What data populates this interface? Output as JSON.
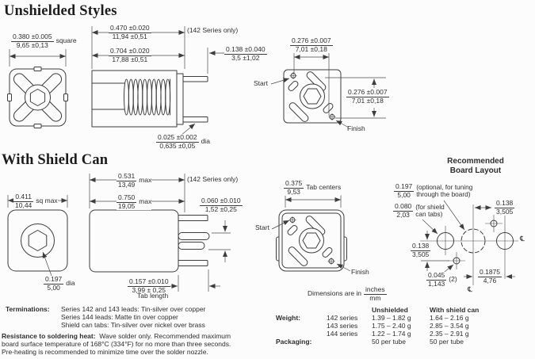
{
  "titles": {
    "section1": "Unshielded Styles",
    "section2": "With Shield Can",
    "board_line1": "Recommended",
    "board_line2": "Board Layout"
  },
  "unshielded": {
    "front_sq": {
      "in": "0.380 ±0.005",
      "mm": "9,65 ±0,13",
      "suffix": "square"
    },
    "len_142": {
      "in": "0.470 ±0.020",
      "mm": "11,94 ±0,51"
    },
    "note_142": "(142 Series only)",
    "len_all": {
      "in": "0.704 ±0.020",
      "mm": "17,88 ±0,51"
    },
    "lead_len": {
      "in": "0.138 ±0.040",
      "mm": "3,5 ±1,02"
    },
    "lead_dia": {
      "in": "0.025 ±0.002",
      "mm": "0,635 ±0,05",
      "suffix": "dia"
    },
    "pitch_h": {
      "in": "0.276 ±0.007",
      "mm": "7,01 ±0,18"
    },
    "pitch_v": {
      "in": "0.276 ±0.007",
      "mm": "7,01 ±0,18"
    },
    "start": "Start",
    "finish": "Finish"
  },
  "shield": {
    "front_sq": {
      "in": "0.411",
      "mm": "10,44",
      "suffix": "sq max"
    },
    "hex_dia": {
      "in": "0.197",
      "mm": "5,00",
      "suffix": "dia"
    },
    "len_142": {
      "in": "0.531",
      "mm": "13,49",
      "suffix": "max"
    },
    "note_142": "(142 Series only)",
    "len_all": {
      "in": "0.750",
      "mm": "19,05",
      "suffix": "max"
    },
    "tab_w": {
      "in": "0.060 ±0.010",
      "mm": "1,52 ±0,25"
    },
    "tab_len": {
      "in": "0.157 ±0.010",
      "mm": "3,99 ± 0,25",
      "label": "Tab length"
    },
    "tab_centers": {
      "in": "0.375",
      "mm": "9,53",
      "suffix": "Tab centers"
    },
    "start": "Start",
    "finish": "Finish"
  },
  "board": {
    "tuning": {
      "in": "0.197",
      "mm": "5,00",
      "note1": "(optional, for tuning",
      "note2": "through the board)"
    },
    "tab_hole": {
      "in": "0.080",
      "mm": "2,03",
      "note1": "(for shield",
      "note2": "can tabs)"
    },
    "offset_x": {
      "in": "0.138",
      "mm": "3,505"
    },
    "offset_y": {
      "in": "0.138",
      "mm": "3,505"
    },
    "lead_hole": {
      "in": "0.045",
      "mm": "1,143",
      "suffix": "(2)"
    },
    "half_pitch": {
      "in": "0.1875",
      "mm": "4,76"
    },
    "centerline_symbol": "℄"
  },
  "units": {
    "prefix": "Dimensions are in",
    "in": "inches",
    "mm": "mm"
  },
  "notes": {
    "terminations_label": "Terminations:",
    "terminations": [
      "Series 142 and 143 leads: Tin-silver over copper",
      "Series 144 leads: Matte tin over copper",
      "Shield can tabs: Tin-silver over nickel over brass"
    ],
    "solder_label": "Resistance to soldering heat:",
    "solder_line1": "Wave solder only. Recommended maximum",
    "solder_line2": "board surface temperature of 168°C (334°F) for no more than three seconds.",
    "solder_line3": "Pre-heating is recommended to minimize time over the solder nozzle."
  },
  "table": {
    "weight_label": "Weight:",
    "packaging_label": "Packaging:",
    "col_unshielded": "Unshielded",
    "col_shield": "With shield can",
    "rows": [
      {
        "series": "142 series",
        "unshielded": "1.39 – 1.82 g",
        "shield": "1.64 – 2.16 g"
      },
      {
        "series": "143 series",
        "unshielded": "1.75 – 2.40 g",
        "shield": "2.85 – 3.54 g"
      },
      {
        "series": "144 series",
        "unshielded": "1.22 – 1.74 g",
        "shield": "2.35 – 2.91 g"
      }
    ],
    "packaging_unshielded": "50 per tube",
    "packaging_shield": "50 per tube"
  }
}
